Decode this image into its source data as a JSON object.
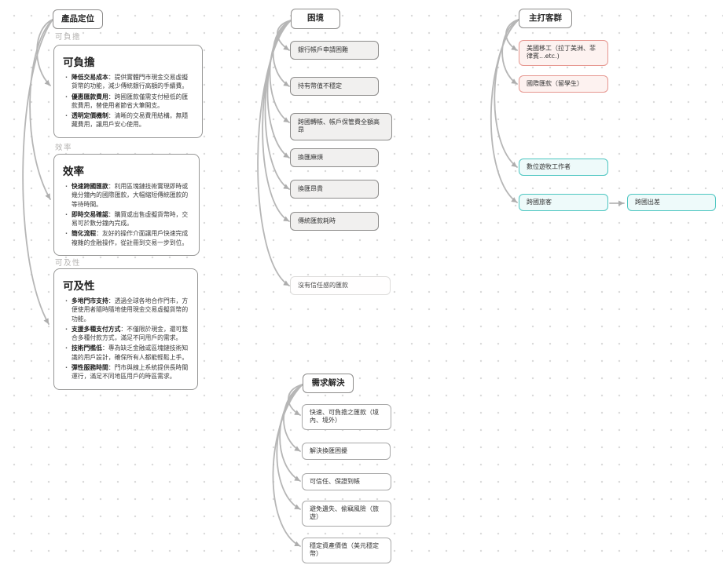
{
  "colors": {
    "connector": "#b6b6b6",
    "gray_node_fill": "#f1f0ef",
    "gray_node_border": "#8d8c8b",
    "red_node_fill": "#fdf2f0",
    "red_node_border": "#e6968f",
    "teal_node_fill": "#eefafa",
    "teal_node_border": "#4cc6c1",
    "faded_node_border": "#dddcdb",
    "grid_dot": "#d9d9d9"
  },
  "positioning": {
    "root_label": "產品定位",
    "sections": [
      {
        "label": "可負擔",
        "card_title": "可負擔",
        "bullets": [
          {
            "lead": "降低交易成本",
            "body": "：提供實體門市現金交易虛擬貨幣的功能，減少傳統銀行高額的手續費。"
          },
          {
            "lead": "優惠匯款費用",
            "body": "：跨國匯款僅需支付極低的匯款費用，替使用者節省大筆開支。"
          },
          {
            "lead": "透明定價機制",
            "body": "：清晰的交易費用結構，無隱藏費用，讓用戶安心使用。"
          }
        ]
      },
      {
        "label": "效率",
        "card_title": "效率",
        "bullets": [
          {
            "lead": "快速跨國匯款",
            "body": "：利用區塊鏈技術實現即時或幾分鐘內的國際匯款，大幅縮短傳統匯款的等待時間。"
          },
          {
            "lead": "即時交易確認",
            "body": "：購買或出售虛擬貨幣時，交易可於數分鐘內完成。"
          },
          {
            "lead": "簡化流程",
            "body": "：友好的操作介面讓用戶快速完成複雜的金融操作，從註冊到交易一步到位。"
          }
        ]
      },
      {
        "label": "可及性",
        "card_title": "可及性",
        "bullets": [
          {
            "lead": "多地門市支持",
            "body": "：透過全球各地合作門市，方便使用者隨時隨地使用現金交易虛擬貨幣的功能。"
          },
          {
            "lead": "支援多種支付方式",
            "body": "：不僅限於現金，還可整合多種付款方式，滿足不同用戶的需求。"
          },
          {
            "lead": "技術門檻低",
            "body": "：專為缺乏金融或區塊鏈技術知識的用戶設計，確保所有人都能輕鬆上手。"
          },
          {
            "lead": "彈性服務時間",
            "body": "：門市與線上系統提供長時間運行，滿足不同地區用戶的時區需求。"
          }
        ]
      }
    ]
  },
  "pain_points": {
    "root_label": "困境",
    "items": [
      "銀行帳戶申請困難",
      "持有幣值不穩定",
      "跨國轉帳、帳戶保管費全額高昂",
      "換匯麻煩",
      "換匯昂貴",
      "傳統匯款耗時",
      "沒有信任感的匯款"
    ]
  },
  "target_customers": {
    "root_label": "主打客群",
    "items": [
      "美國移工（拉丁美洲、菲律賓...etc.)",
      "國際匯款（留學生）",
      "數位遊牧工作者",
      "跨國旅客"
    ],
    "sub_item": "跨國出差"
  },
  "needs": {
    "root_label": "需求解決",
    "items": [
      "快速、可負擔之匯款（境內、境外）",
      "解決換匯困擾",
      "可信任、保證到帳",
      "避免遺失、偷竊風險（旅遊）",
      "穩定資產價值（美元穩定幣）"
    ]
  }
}
